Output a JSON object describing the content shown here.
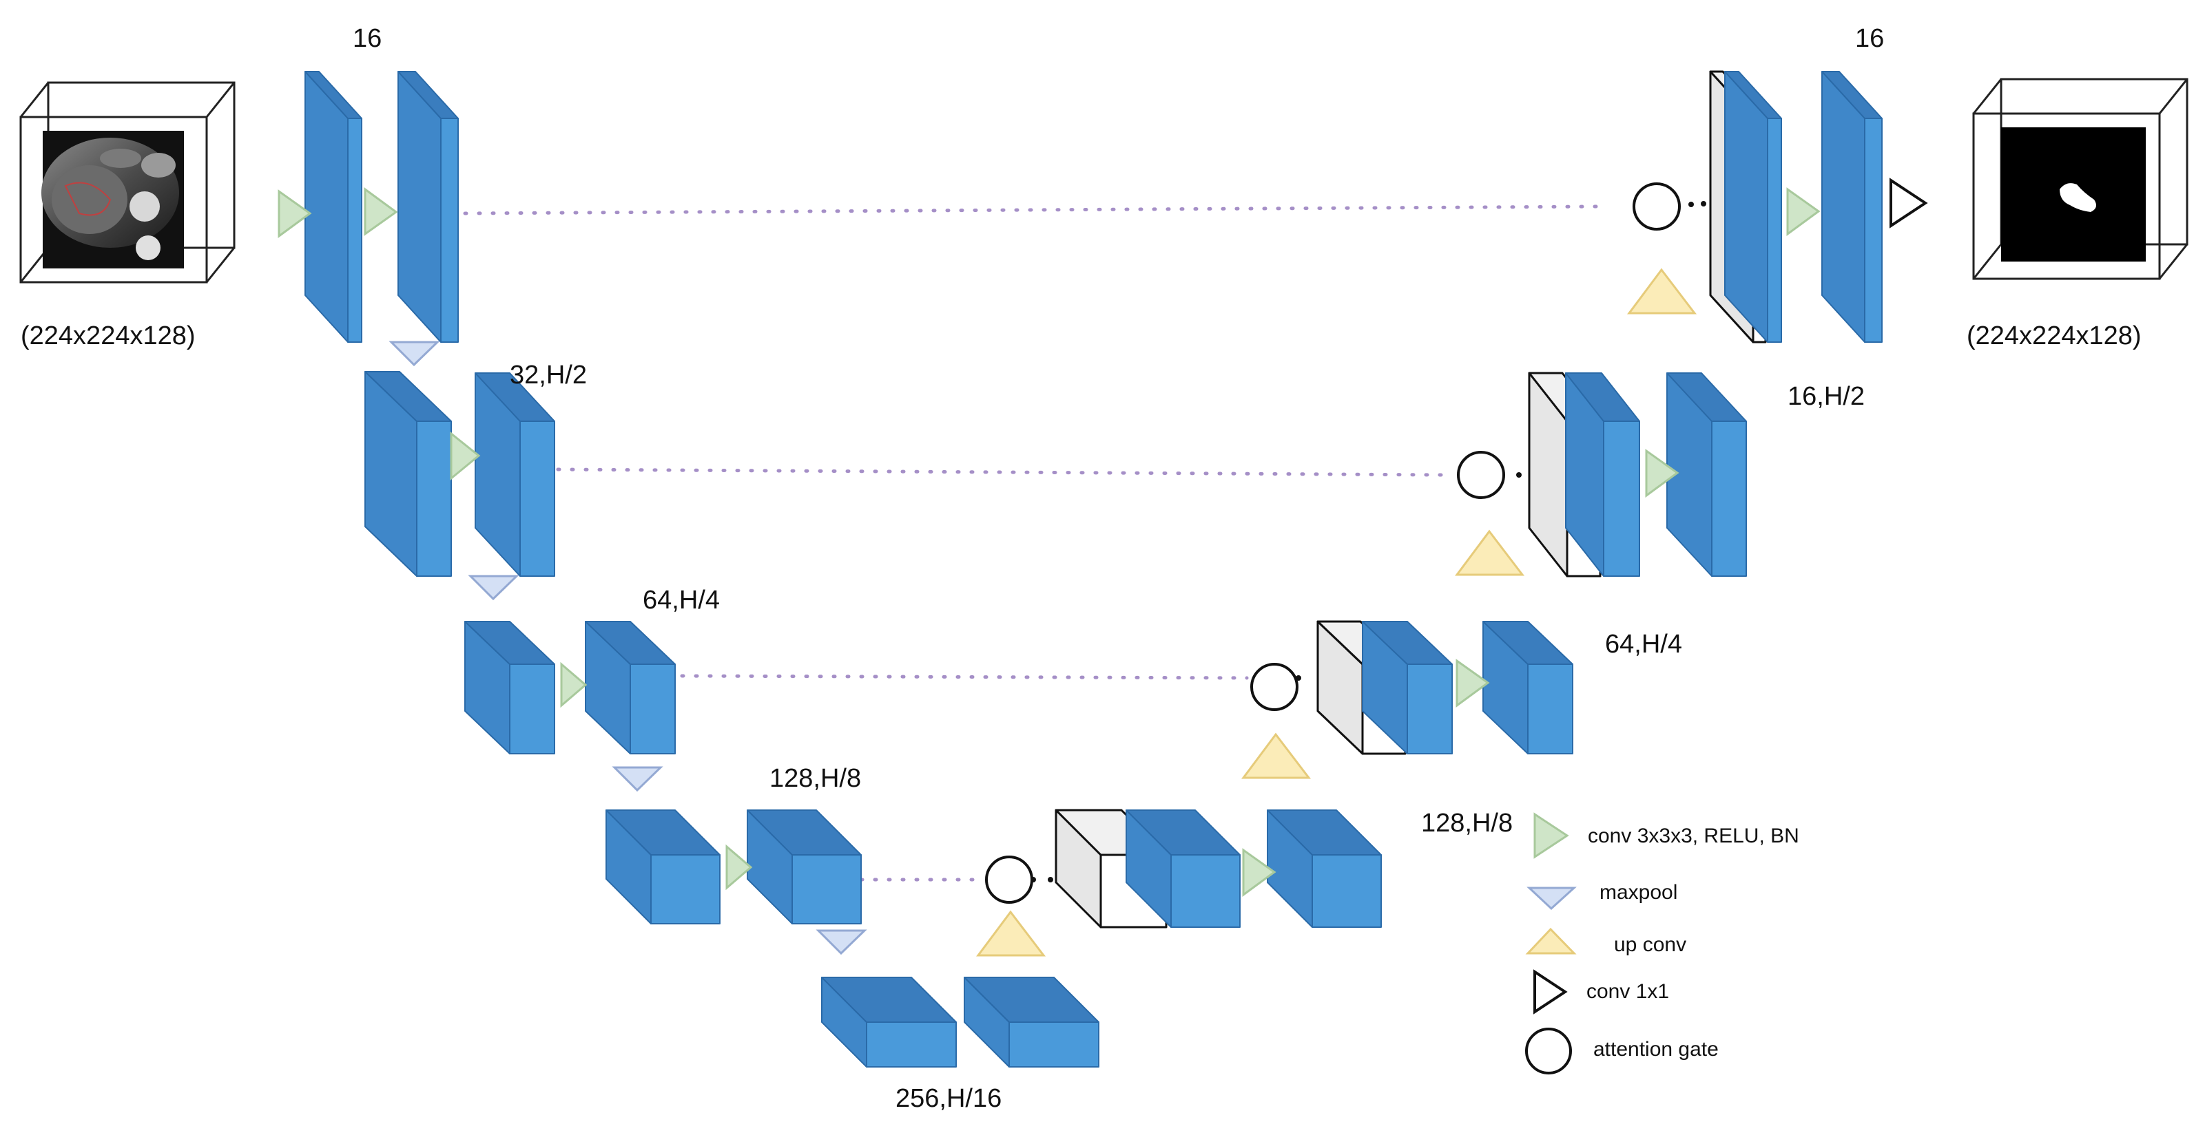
{
  "input": {
    "dims": "(224x224x128)"
  },
  "output": {
    "dims": "(224x224x128)"
  },
  "levels": [
    {
      "encoder_label": "16",
      "decoder_label": "16"
    },
    {
      "encoder_label": "32,H/2",
      "decoder_label": "16,H/2"
    },
    {
      "encoder_label": "64,H/4",
      "decoder_label": "64,H/4"
    },
    {
      "encoder_label": "128,H/8",
      "decoder_label": "128,H/8"
    },
    {
      "encoder_label": "256,H/16"
    }
  ],
  "legend": {
    "conv": "conv 3x3x3, RELU, BN",
    "maxpool": "maxpool",
    "upconv": "up conv",
    "conv1x1": "conv 1x1",
    "attention": "attention gate"
  },
  "colors": {
    "block_front": "#4a9ada",
    "block_side": "#3f87c9",
    "block_top": "#3a7dbe",
    "block_stroke": "#2a6aa8",
    "gray_front": "#ffffff",
    "gray_side": "#e6e6e6",
    "conv_triangle": "#cfe5c8",
    "conv_triangle_stroke": "#a8c99c",
    "maxpool_triangle": "#d4e0f5",
    "maxpool_triangle_stroke": "#94a9d3",
    "upconv_triangle": "#fbecb8",
    "upconv_triangle_stroke": "#e6cb7a",
    "skip_line": "#a58fc7"
  }
}
